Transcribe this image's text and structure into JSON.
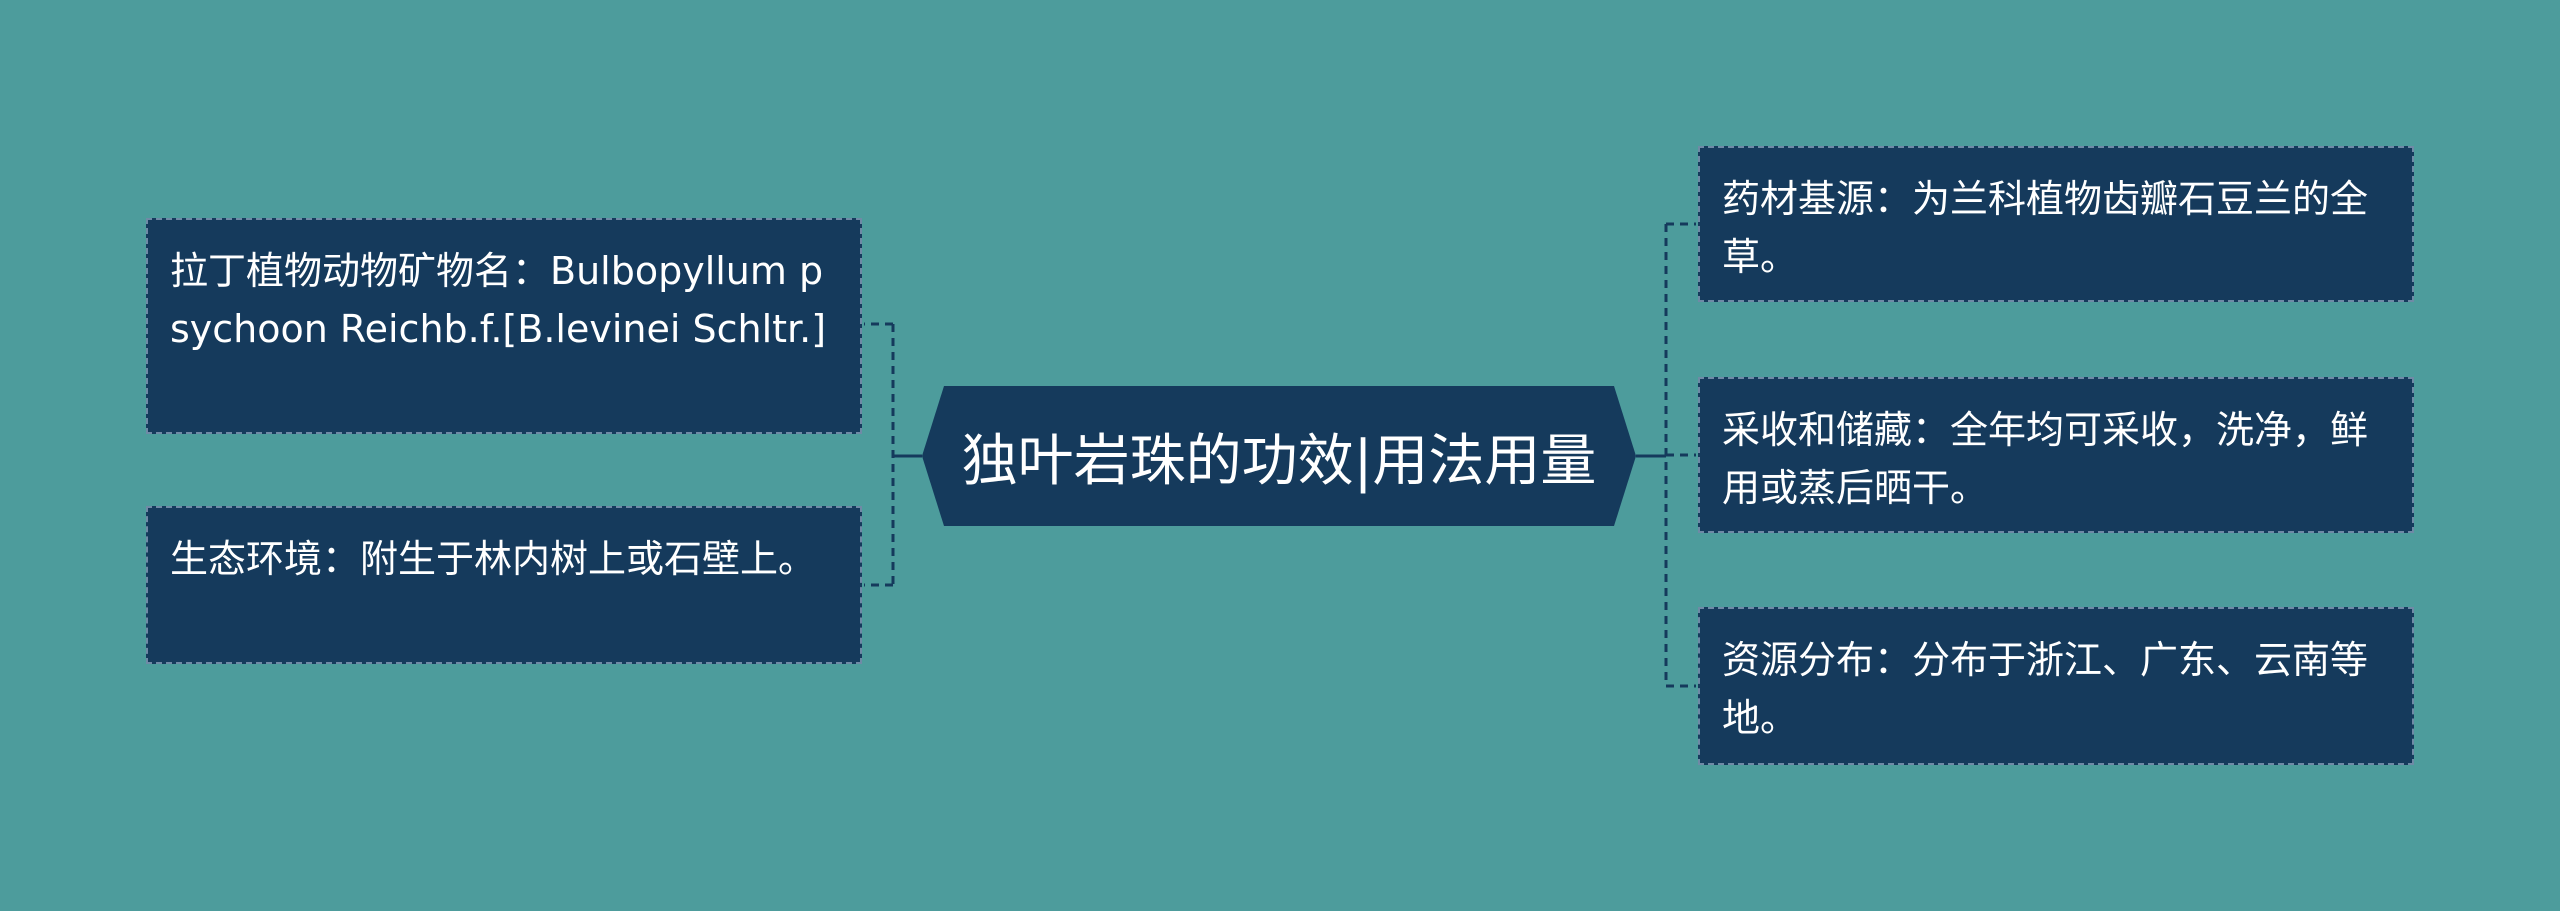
{
  "center": {
    "title": "独叶岩珠的功效|用法用量"
  },
  "left_nodes": [
    {
      "text": "拉丁植物动物矿物名：Bulbopyllum psychoon Reichb.f.[B.levinei Schltr.]"
    },
    {
      "text": "生态环境：附生于林内树上或石壁上。"
    }
  ],
  "right_nodes": [
    {
      "text": "药材基源：为兰科植物齿瓣石豆兰的全草。"
    },
    {
      "text": "采收和储藏：全年均可采收，洗净，鲜用或蒸后晒干。"
    },
    {
      "text": "资源分布：分布于浙江、广东、云南等地。"
    }
  ],
  "colors": {
    "background": "#4d9c9c",
    "node_fill": "#153a5c",
    "node_border": "#6f8aa6",
    "text": "#ffffff"
  }
}
